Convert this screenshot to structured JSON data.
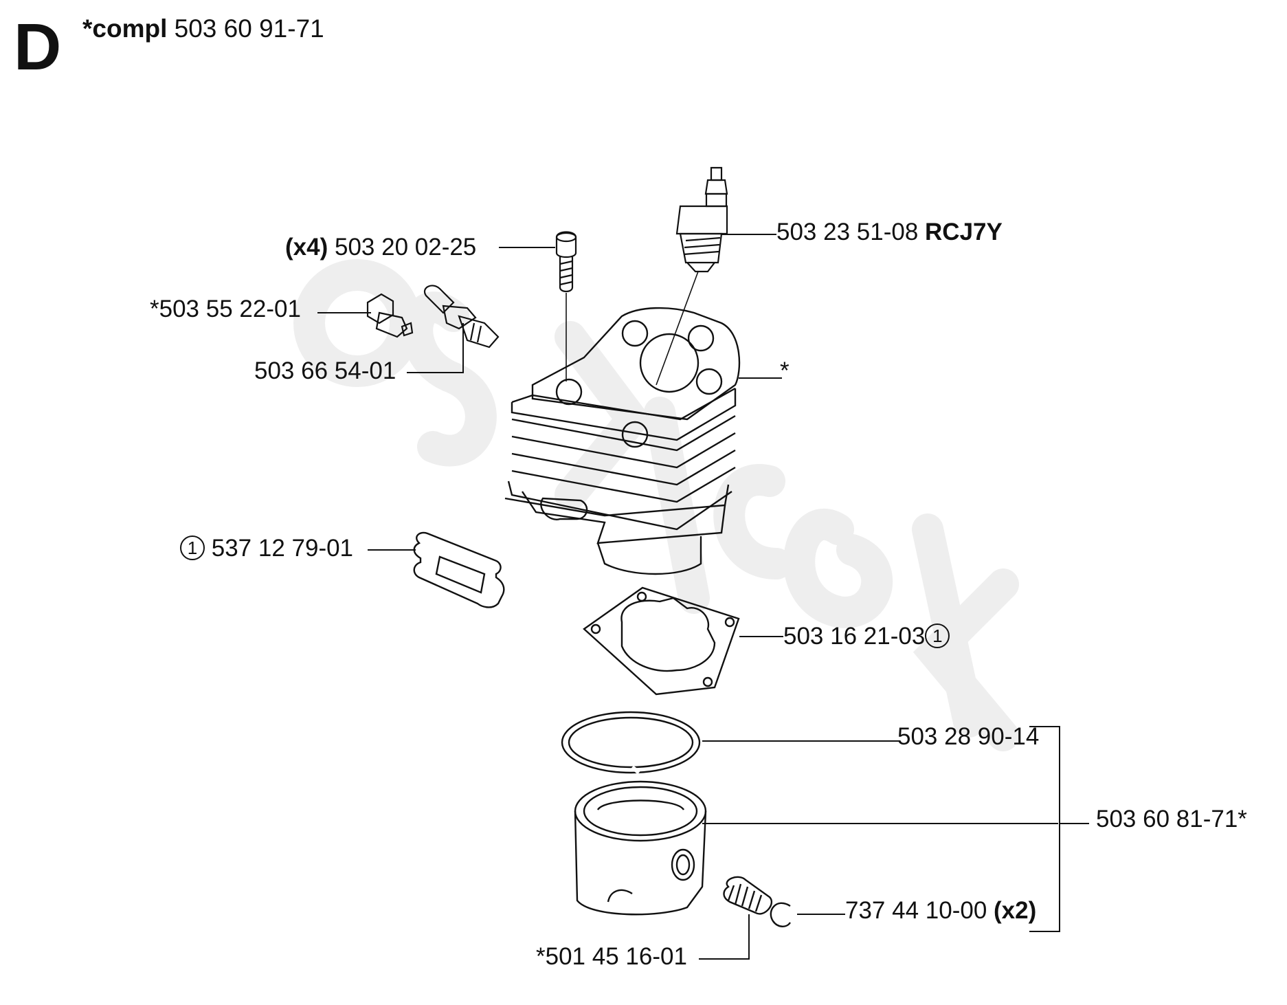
{
  "section": {
    "letter": "D",
    "title_bold": "*compl",
    "title_number": "503 60 91-71"
  },
  "labels": {
    "screw": {
      "qty": "(x4)",
      "number": "503 20 02-25"
    },
    "spark_plug": {
      "number": "503 23 51-08",
      "type": "RCJ7Y"
    },
    "valve_small": {
      "number": "*503 55 22-01"
    },
    "valve_large": {
      "number": "503 66 54-01"
    },
    "cylinder": {
      "number": "*"
    },
    "gasket_intake": {
      "marker": "1",
      "number": "537 12 79-01"
    },
    "gasket_base": {
      "number": "503 16 21-03",
      "marker": "1"
    },
    "piston_ring": {
      "number": "503 28 90-14"
    },
    "piston_kit": {
      "number": "503 60 81-71*"
    },
    "circlip": {
      "number": "737 44 10-00",
      "qty": "(x2)"
    },
    "needle_bearing": {
      "number": "*501 45 16-01"
    }
  },
  "colors": {
    "line": "#111111",
    "watermark": "#eeeeee"
  }
}
